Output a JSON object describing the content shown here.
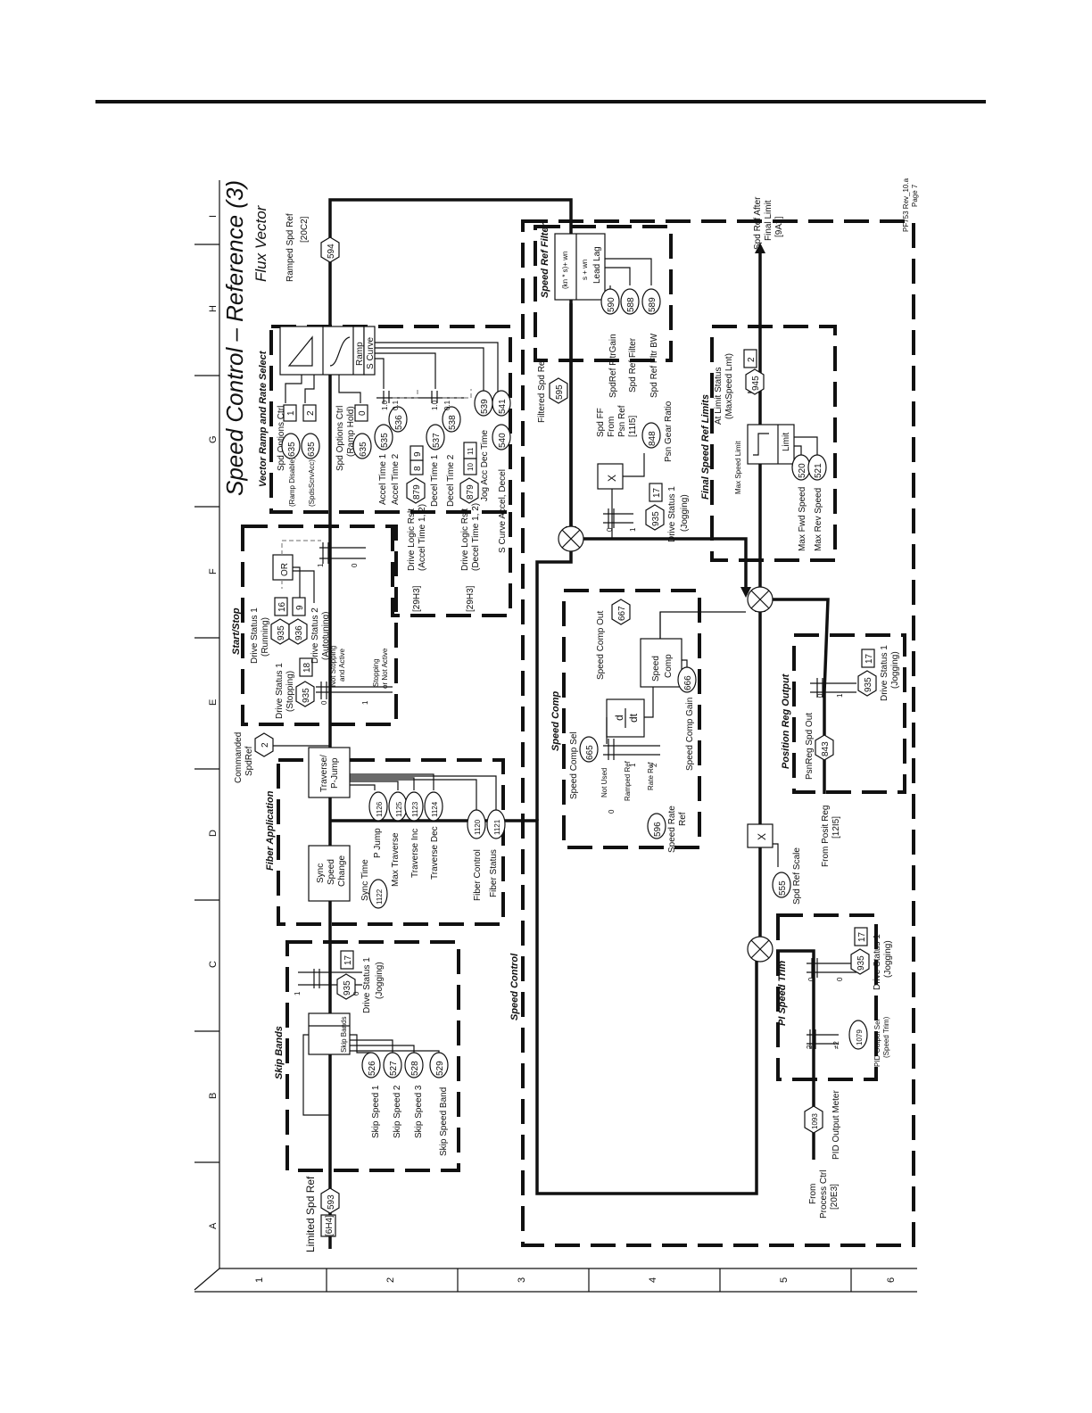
{
  "diagram": {
    "title": "Speed Control – Reference (3)",
    "subtitle": "Flux Vector",
    "revision": "PF753 Rev_10.a",
    "page": "Page 7",
    "grid_columns": [
      "A",
      "B",
      "C",
      "D",
      "E",
      "F",
      "G",
      "H",
      "I"
    ],
    "grid_rows": [
      "1",
      "2",
      "3",
      "4",
      "5",
      "6"
    ],
    "sections": {
      "skip_bands": "Skip Bands",
      "fiber_application": "Fiber Application",
      "start_stop": "Start/Stop",
      "vector_ramp": "Vector Ramp and Rate Select",
      "speed_control": "Speed Control",
      "speed_comp": "Speed Comp",
      "speed_ref_filter": "Speed Ref Filter",
      "final_limits": "Final Speed Ref Limits",
      "position_reg_output": "Position Reg Output",
      "pi_speed_trim": "PI Speed Trim"
    },
    "blocks": {
      "skip_bands": "Skip Bands",
      "sync_speed_change": [
        "Sync",
        "Speed",
        "Change"
      ],
      "traverse": [
        "Traverse/",
        "P-Jump"
      ],
      "or_gate": "OR",
      "ramp": "Ramp",
      "s_curve": "S Curve",
      "lead_lag": "Lead Lag",
      "filter_top": "(kn * s)+ wn",
      "filter_bottom": "s + wn",
      "speed_comp": [
        "Speed",
        "Comp"
      ],
      "d": "d",
      "dt": "dt",
      "limit": "Limit",
      "multiply": "X"
    },
    "labels": {
      "limited_spd_ref": "Limited Spd Ref",
      "ref_6h4": "[6H4]",
      "skip_speed_1": "Skip Speed 1",
      "skip_speed_2": "Skip Speed 2",
      "skip_speed_3": "Skip Speed 3",
      "skip_speed_band": "Skip Speed Band",
      "drive_status_1": "Drive Status 1",
      "jogging": "(Jogging)",
      "sync_time": "Sync Time",
      "p_jump": "P Jump",
      "max_traverse": "Max Traverse",
      "traverse_inc": "Traverse Inc",
      "traverse_dec": "Traverse Dec",
      "fiber_control": "Fiber Control",
      "fiber_status": "Fiber Status",
      "commanded_spdref_1": "Commanded",
      "commanded_spdref_2": "SpdRef",
      "stopping": "(Stopping)",
      "not_stopping": "Not Stopping",
      "and_active": "and Active",
      "stopping_alt": "Stopping",
      "or_not_active": "or Not Active",
      "running": "(Running)",
      "drive_status_2": "Drive Status 2",
      "autotuning": "(Autotuning)",
      "drive_logic_rslt": "Drive Logic Rslt",
      "accel_time_12": "(Accel Time 1, 2)",
      "decel_time_12": "(Decel Time 1, 2)",
      "ref_29h3": "[29H3]",
      "spd_options_ctrl": "Spd Options Ctrl",
      "ramp_disable": "(Ramp Disable)",
      "spd_s_crv_acc": "(SpdsScrvAcc)",
      "ramp_hold": "(Ramp Hold)",
      "accel_time_1": "Accel Time 1",
      "accel_time_2": "Accel Time 2",
      "decel_time_1": "Decel Time 1",
      "decel_time_2": "Decel Time 2",
      "jog_acc_dec_time": "Jog Acc Dec Time",
      "s_curve_accel_decel": "S Curve Accel, Decel",
      "ramped_spd_ref": "Ramped Spd Ref",
      "ref_20c2": "[20C2]",
      "filtered_spd_ref": "Filtered Spd Ref",
      "spdref_fltr_gain": "SpdRef FltrGain",
      "spd_ref_filter": "Spd Ref Filter",
      "spd_ref_fltr_bw": "Spd Ref Fltr BW",
      "spd_ff": "Spd FF",
      "from": "From",
      "psn_ref": "Psn Ref",
      "ref_11i5": "[11I5]",
      "psn_gear_ratio": "Psn Gear Ratio",
      "speed_comp_out": "Speed Comp Out",
      "speed_comp_sel": "Speed Comp Sel",
      "not_used": "Not Used",
      "ramped_ref": "Ramped Ref",
      "rate_ref": "Rate Ref",
      "speed_rate": "Speed Rate",
      "ref": "Ref",
      "speed_comp_gain": "Speed Comp Gain",
      "psnreg_spd_out": "PsnReg Spd Out",
      "from_posit_reg": "From Posit Reg",
      "ref_12i5": "[12I5]",
      "at_limit_status": "At Limit Status",
      "max_speed_lmt": "(MaxSpeed Lmt)",
      "max_speed_limit": "Max Speed Limit",
      "max_fwd_speed": "Max Fwd Speed",
      "max_rev_speed": "Max Rev Speed",
      "spd_ref_after": "Spd Ref After",
      "final_limit": "Final Limit",
      "ref_9a2": "[9A2]",
      "spd_ref_scale": "Spd Ref Scale",
      "pid_output_meter": "PID Output Meter",
      "pid_output_sel": "PID Output Sel",
      "speed_trim": "(Speed Trim)",
      "from_process_ctrl_1": "From",
      "from_process_ctrl_2": "Process Ctrl",
      "ref_20e3": "[20E3]",
      "not_2": "≠2"
    },
    "params": {
      "p593": "593",
      "p526": "526",
      "p527": "527",
      "p528": "528",
      "p529": "529",
      "p935": "935",
      "p17": "17",
      "p1122": "1122",
      "p1126": "1126",
      "p1125": "1125",
      "p1123": "1123",
      "p1124": "1124",
      "p1120": "1120",
      "p1121": "1121",
      "p2": "2",
      "p18": "18",
      "p936": "936",
      "p16": "16",
      "p9": "9",
      "p879": "879",
      "p8": "8",
      "p9b": "9",
      "p10": "10",
      "p11": "11",
      "p635": "635",
      "p1": "1",
      "p2b": "2",
      "p0": "0",
      "p535": "535",
      "p536": "536",
      "p537": "537",
      "p538": "538",
      "p539": "539",
      "p540": "540",
      "p541": "541",
      "p594": "594",
      "p595": "595",
      "p590": "590",
      "p588": "588",
      "p589": "589",
      "p848": "848",
      "p667": "667",
      "p665": "665",
      "p596": "596",
      "p666": "666",
      "p843": "843",
      "p945": "945",
      "p520": "520",
      "p521": "521",
      "p555": "555",
      "p1093": "1093",
      "p1079": "1079"
    },
    "switch_marks": {
      "zero": "0",
      "one": "1",
      "two": "2",
      "ten": "1.0",
      "tenth": "0.1"
    }
  }
}
